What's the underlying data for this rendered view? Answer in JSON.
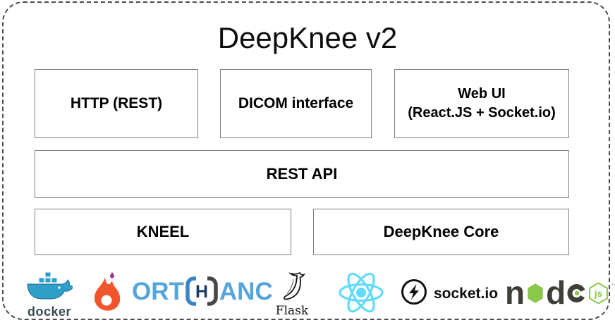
{
  "title": "DeepKnee v2",
  "boxes": {
    "http": {
      "label": "HTTP (REST)"
    },
    "dicom": {
      "label": "DICOM interface"
    },
    "webui": {
      "line1": "Web UI",
      "line2": "(React.JS + Socket.io)"
    },
    "rest_api": {
      "label": "REST API"
    },
    "kneel": {
      "label": "KNEEL"
    },
    "deepknee_core": {
      "label": "DeepKnee Core"
    }
  },
  "logos": {
    "docker": {
      "icon": "docker-whale-icon",
      "label": "docker"
    },
    "flame": {
      "icon": "pytorch-flame-icon"
    },
    "orthanc": {
      "text_left": "ORT",
      "emblem_letter": "H",
      "text_right": "ANC"
    },
    "flask": {
      "icon": "flask-horn-icon",
      "label": "Flask"
    },
    "react": {
      "icon": "react-atom-icon"
    },
    "socketio": {
      "icon": "socketio-bolt-icon",
      "label": "socket.io"
    },
    "nodejs": {
      "letter_n": "n",
      "letter_d": "d",
      "letter_e": "e",
      "badge": "js",
      "trademark": "™"
    }
  },
  "colors": {
    "docker_blue": "#2E9FC9",
    "docker_text": "#394D54",
    "flame_orange": "#F1552E",
    "flame_drop_purple": "#9A3B9A",
    "orthanc_light_blue": "#55A5DB",
    "orthanc_bracket_blue": "#3D84C6",
    "orthanc_navy": "#1B3B66",
    "orthanc_bracket_gray": "#474747",
    "react_cyan": "#61DAFB",
    "node_green": "#8CC84B",
    "node_dark": "#3F3F38",
    "box_border_gray": "#7f7f7f"
  }
}
